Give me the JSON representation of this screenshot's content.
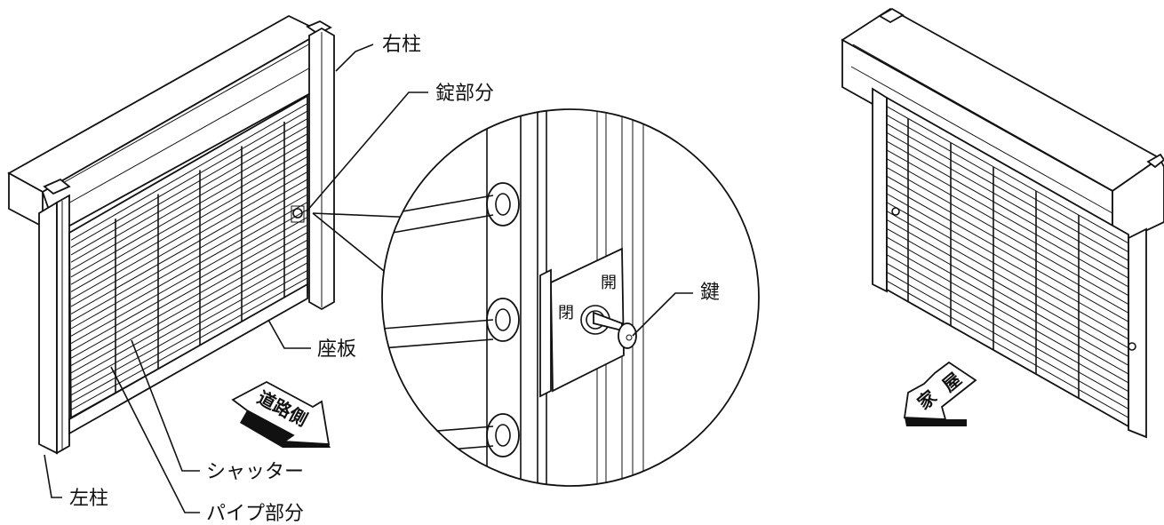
{
  "labels": {
    "right_post": "右柱",
    "lock_part": "錠部分",
    "key": "鍵",
    "seat_plate": "座板",
    "shutter": "シャッター",
    "left_post": "左柱",
    "pipe_part": "パイプ部分"
  },
  "lock_plate": {
    "left_char": "閉",
    "right_char": "開"
  },
  "arrows": {
    "road_side": "道路側",
    "house_side_1": "家",
    "house_side_2": "屋"
  },
  "colors": {
    "line": "#111111",
    "background": "#ffffff"
  }
}
